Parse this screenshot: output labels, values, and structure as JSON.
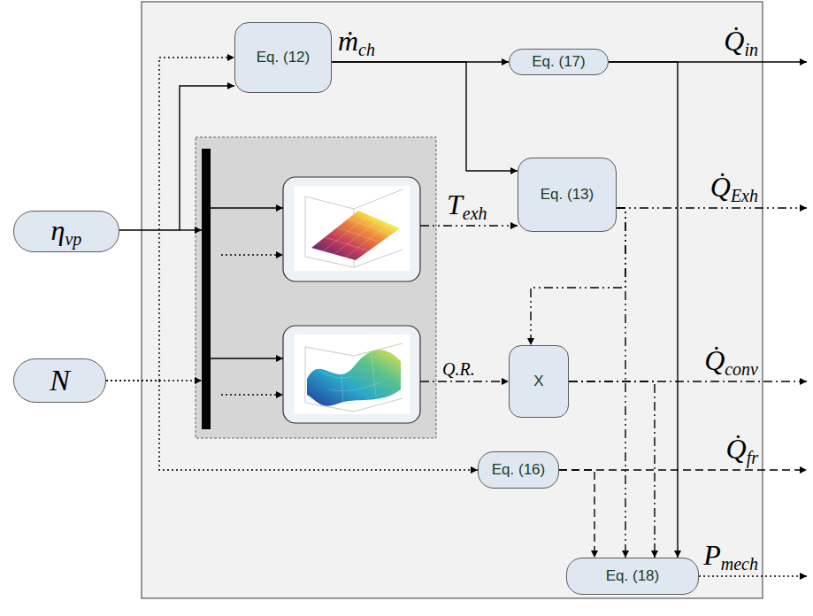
{
  "diagram": {
    "nodes": [
      {
        "text": [
          "Eq. (12)"
        ]
      },
      {
        "text": [
          "Eq. (17)"
        ]
      },
      {
        "text": [
          "Eq. (13)"
        ]
      },
      {
        "text": [
          "ηvp"
        ]
      },
      {
        "text": [
          "X"
        ]
      },
      {
        "text": [
          "N"
        ]
      },
      {
        "text": [
          "Eq. (16)"
        ]
      },
      {
        "text": [
          "Eq. (18)"
        ]
      }
    ],
    "edges": [
      {
        "from": 3,
        "to": 0,
        "arrow": "to"
      },
      {
        "from": 5,
        "to": 0,
        "arrow": "to"
      },
      {
        "from": 5,
        "to": 6,
        "arrow": "to"
      },
      {
        "from": 0,
        "to": 1,
        "label": "ṁch",
        "arrow": "to"
      },
      {
        "from": 0,
        "to": 2,
        "arrow": "to"
      },
      {
        "from": 2,
        "to": 4,
        "arrow": "to"
      },
      {
        "from": 2,
        "to": 7,
        "arrow": "to"
      },
      {
        "from": 4,
        "to": 7,
        "arrow": "to"
      },
      {
        "from": 1,
        "to": 7,
        "arrow": "to"
      },
      {
        "from": 6,
        "to": 7,
        "arrow": "to"
      }
    ],
    "labels": [
      "Texh",
      "Q.R.",
      "Q̇in",
      "Q̇Exh",
      "Q̇conv",
      "Q̇fr",
      "Pmech"
    ]
  }
}
